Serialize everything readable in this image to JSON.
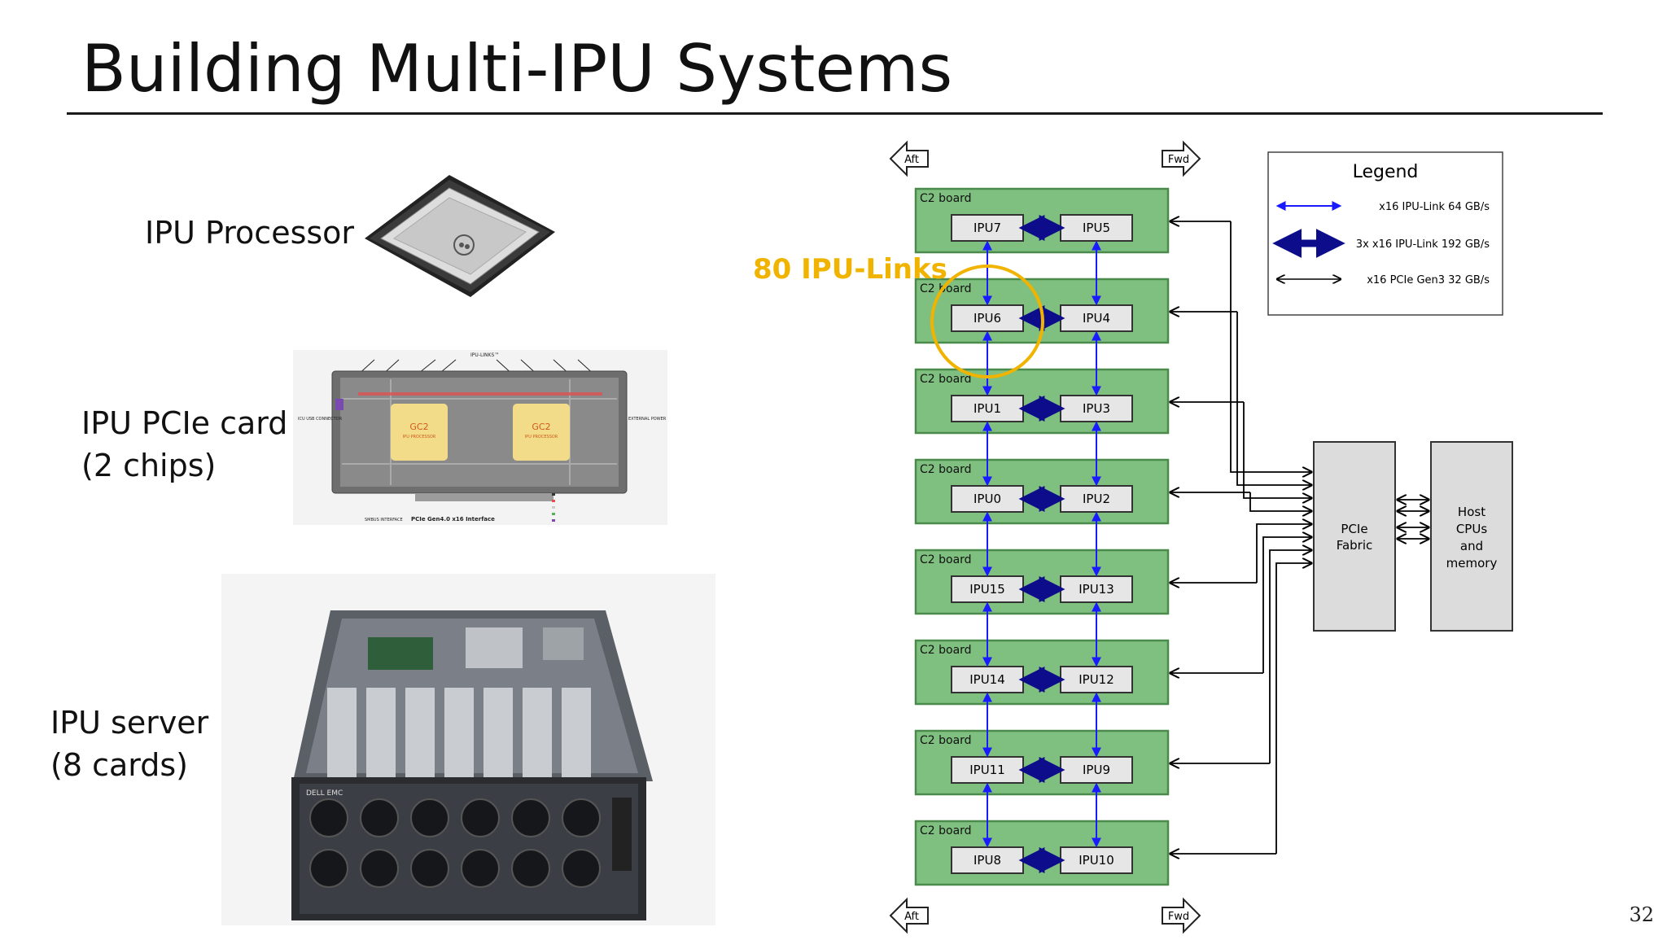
{
  "title": "Building Multi-IPU Systems",
  "page_number": "32",
  "left_panel": {
    "processor_label": "IPU Processor",
    "pcie_label_line1": "IPU PCIe card",
    "pcie_label_line2": "(2 chips)",
    "server_label_line1": "IPU server",
    "server_label_line2": "(8 cards)",
    "pcie_card_text": {
      "ipu_links": "IPU-LINKS™",
      "chip1": "GC2",
      "chip1_sub": "IPU PROCESSOR",
      "chip2": "GC2",
      "chip2_sub": "IPU PROCESSOR",
      "interface": "PCIe Gen4.0 x16 Interface",
      "smbus": "SMBUS INTERFACE",
      "usb": "ICU USB CONNECTOR",
      "ext_power": "EXTERNAL POWER"
    },
    "server_brand": "DELL EMC"
  },
  "diagram": {
    "aft_label": "Aft",
    "fwd_label": "Fwd",
    "board_label": "C2 board",
    "annotation": "80 IPU-Links",
    "boards": [
      {
        "left": "IPU7",
        "right": "IPU5"
      },
      {
        "left": "IPU6",
        "right": "IPU4"
      },
      {
        "left": "IPU1",
        "right": "IPU3"
      },
      {
        "left": "IPU0",
        "right": "IPU2"
      },
      {
        "left": "IPU15",
        "right": "IPU13"
      },
      {
        "left": "IPU14",
        "right": "IPU12"
      },
      {
        "left": "IPU11",
        "right": "IPU9"
      },
      {
        "left": "IPU8",
        "right": "IPU10"
      }
    ],
    "legend": {
      "title": "Legend",
      "items": [
        "x16 IPU-Link 64 GB/s",
        "3x x16 IPU-Link 192 GB/s",
        "x16 PCIe Gen3 32 GB/s"
      ]
    },
    "pcie_fabric": [
      "PCIe",
      "Fabric"
    ],
    "host": [
      "Host",
      "CPUs",
      "and",
      "memory"
    ]
  },
  "colors": {
    "board_fill": "#7fbf7f",
    "board_stroke": "#4a8a4a",
    "chip_fill": "#e6e6e6",
    "thin_link": "#1a1aff",
    "thick_link": "#0d0d8c",
    "annotation": "#f0b400",
    "box_fill": "#dcdcdc"
  }
}
